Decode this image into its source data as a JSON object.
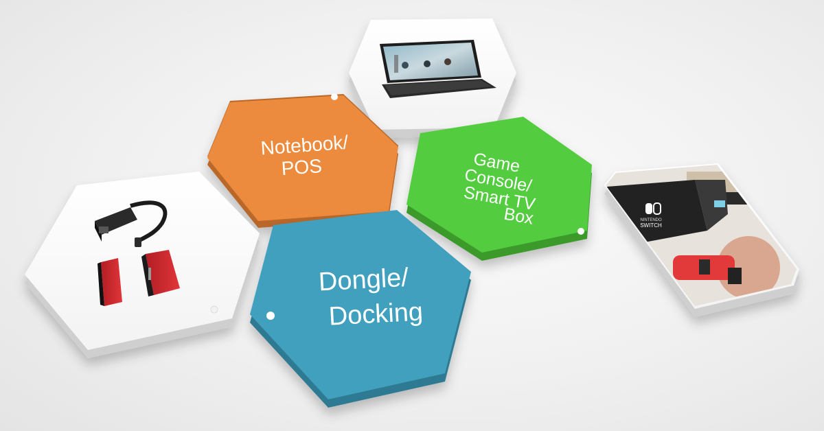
{
  "tiles": {
    "notebook": {
      "line1": "Notebook/",
      "line2": "POS",
      "color": "#ec8b3c",
      "side": "#b9672a"
    },
    "game": {
      "line1": "Game",
      "line2": "Console/",
      "line3": "Smart TV",
      "line4": "Box",
      "color": "#53cc3f",
      "side": "#3a9a2a"
    },
    "dongle": {
      "line1": "Dongle/",
      "line2": "Docking",
      "color": "#41a0be",
      "side": "#2d7a92"
    },
    "photo_tiles": {
      "face": "#ffffff",
      "side": "#cfcfcf"
    }
  },
  "switch_photo": {
    "brand_line1": "NINTENDO",
    "brand_line2": "SWITCH"
  }
}
